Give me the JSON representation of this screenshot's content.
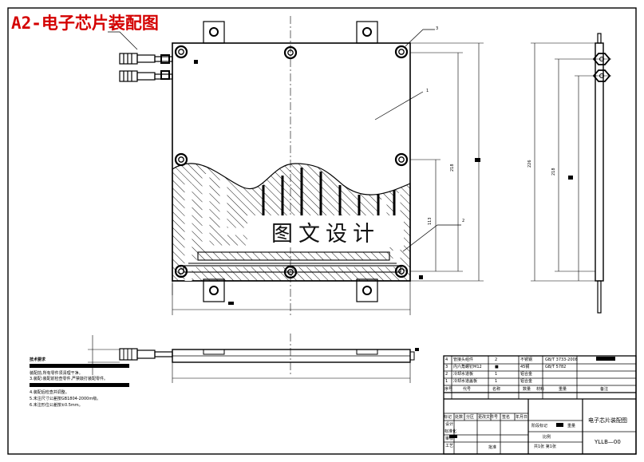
{
  "drawing": {
    "title": "A2-电子芯片装配图",
    "watermark": "图文设计",
    "part_numbers": [
      "3",
      "1",
      "2"
    ],
    "dimensions": {
      "height_main": "218",
      "height_inner": "218",
      "height_half": "113",
      "side_height": "226"
    }
  },
  "notes": {
    "heading": "技术要求",
    "lines": [
      "装配前,所有零件须清理干净。",
      "3.装配:装配前检查零件,严禁敲打装配零件。",
      "4.装配后检查并调整。",
      "5.未注尺寸公差按GB1804-2000m级。",
      "6.未注形位公差按±0.5mm。"
    ]
  },
  "title_block": {
    "bom_rows": [
      {
        "no": "4",
        "name": "管接头组件",
        "qty": "2",
        "material": "不锈钢",
        "std": "GB/T 3733-2008"
      },
      {
        "no": "3",
        "name": "内六角螺钉M12",
        "qty": "■",
        "material": "45钢",
        "std": "GB/T 5782"
      },
      {
        "no": "2",
        "name": "冷却水道板",
        "qty": "1",
        "material": "铝合金",
        "std": ""
      },
      {
        "no": "1",
        "name": "冷却水道盖板",
        "qty": "1",
        "material": "铝合金",
        "std": ""
      }
    ],
    "bom_header": [
      "序号",
      "代号",
      "名称",
      "数量",
      "材料",
      "重量",
      "备注"
    ],
    "rev_header": [
      "标记",
      "处数",
      "分区",
      "更改文件号",
      "签名",
      "年月日"
    ],
    "row_labels": [
      "设计",
      "标准化",
      "审核",
      "工艺",
      "批准"
    ],
    "stage_label": "阶段标记",
    "weight_label": "重量",
    "scale_label": "比例",
    "drawing_name": "电子芯片装配图",
    "drawing_code": "YLLB—00",
    "sheet_info": "共1张  第1张"
  }
}
